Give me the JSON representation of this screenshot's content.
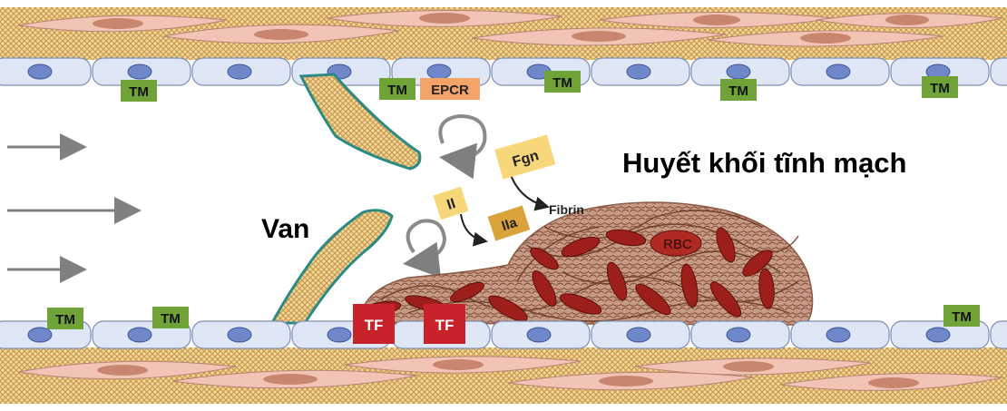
{
  "title": "Huyết khối tĩnh mạch",
  "valve_label": "Van",
  "markers": {
    "tm": "TM",
    "epcr": "EPCR",
    "tf": "TF"
  },
  "factors": {
    "prothrombin": "II",
    "thrombin": "IIa",
    "fibrinogen": "Fgn",
    "fibrin": "Fibrin",
    "rbc": "RBC"
  },
  "colors": {
    "tm_green": "#6fa338",
    "epcr_orange": "#f4a46b",
    "tf_red": "#c8222b",
    "factor_yellow": "#f8d77a",
    "thrombin_gold": "#d9a23a",
    "endothelium": "#dfe6f5",
    "nucleus": "#6f88c9",
    "smooth_muscle": "#f2c4b6",
    "matrix": "#f2d89e",
    "clot": "#b07a65",
    "rbc": "#9c1f1a",
    "arrow_grey": "#7f7f7f"
  }
}
